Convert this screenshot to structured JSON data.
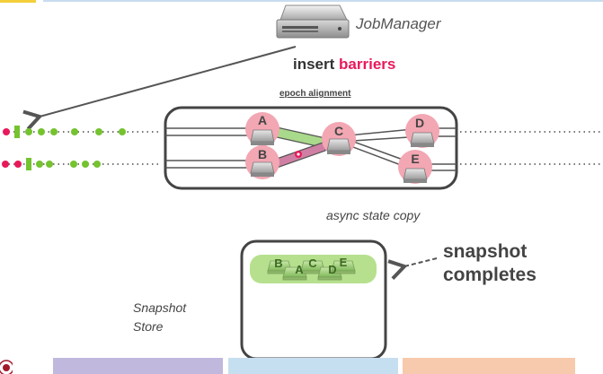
{
  "job_manager": {
    "label": "JobManager",
    "icon": "server-icon"
  },
  "insert_label": {
    "prefix": "insert ",
    "highlight": "barriers"
  },
  "epoch_label": "epoch alignment",
  "async_label": "async state copy",
  "snapshot_completes": {
    "line1": "snapshot",
    "line2": "completes"
  },
  "snapshot_store": {
    "line1": "Snapshot",
    "line2": "Store"
  },
  "operators": [
    "A",
    "B",
    "C",
    "D",
    "E"
  ],
  "snapshot_items": [
    "B",
    "A",
    "C",
    "D",
    "E"
  ],
  "colors": {
    "barrier": "#e8195a",
    "record": "#74c32f",
    "node_halo": "#f2a7b3",
    "insert_highlight": "#e8195a",
    "snapshot_fill": "#b6e08e",
    "bar_purple": "#c0b8dd",
    "bar_blue": "#c6dff0",
    "bar_orange": "#f7c9ad"
  }
}
